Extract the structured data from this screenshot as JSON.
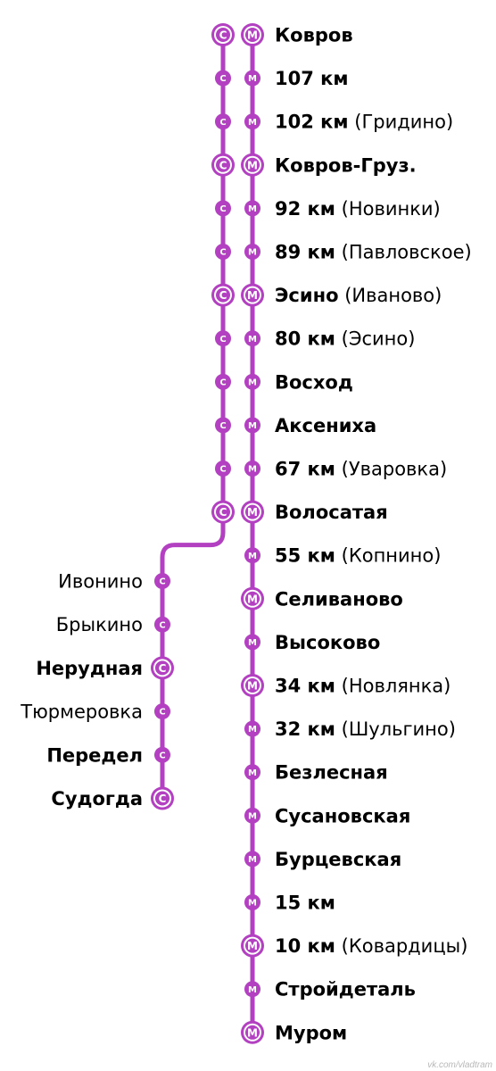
{
  "line_color": "#b240c0",
  "background": "#ffffff",
  "text_color": "#000000",
  "marker_letters": {
    "c_line": "С",
    "m_line": "М"
  },
  "right_stations": [
    {
      "name": "Ковров",
      "note": "",
      "c": true,
      "m": true,
      "major": true
    },
    {
      "name": "107 км",
      "note": "",
      "c": true,
      "m": true,
      "major": false
    },
    {
      "name": "102 км",
      "note": "(Гридино)",
      "c": true,
      "m": true,
      "major": false
    },
    {
      "name": "Ковров-Груз.",
      "note": "",
      "c": true,
      "m": true,
      "major": true
    },
    {
      "name": "92 км",
      "note": "(Новинки)",
      "c": true,
      "m": true,
      "major": false
    },
    {
      "name": "89 км",
      "note": "(Павловское)",
      "c": true,
      "m": true,
      "major": false
    },
    {
      "name": "Эсино",
      "note": "(Иваново)",
      "c": true,
      "m": true,
      "major": true
    },
    {
      "name": "80 км",
      "note": "(Эсино)",
      "c": true,
      "m": true,
      "major": false
    },
    {
      "name": "Восход",
      "note": "",
      "c": true,
      "m": true,
      "major": false
    },
    {
      "name": "Аксениха",
      "note": "",
      "c": true,
      "m": true,
      "major": false
    },
    {
      "name": "67 км",
      "note": "(Уваровка)",
      "c": true,
      "m": true,
      "major": false
    },
    {
      "name": "Волосатая",
      "note": "",
      "c": true,
      "m": true,
      "major": true
    },
    {
      "name": "55 км",
      "note": "(Копнино)",
      "c": false,
      "m": true,
      "major": false
    },
    {
      "name": "Селиваново",
      "note": "",
      "c": false,
      "m": true,
      "major": true
    },
    {
      "name": "Высоково",
      "note": "",
      "c": false,
      "m": true,
      "major": false
    },
    {
      "name": "34 км",
      "note": "(Новлянка)",
      "c": false,
      "m": true,
      "major": true
    },
    {
      "name": "32 км",
      "note": "(Шульгино)",
      "c": false,
      "m": true,
      "major": false
    },
    {
      "name": "Безлесная",
      "note": "",
      "c": false,
      "m": true,
      "major": false
    },
    {
      "name": "Сусановская",
      "note": "",
      "c": false,
      "m": true,
      "major": false
    },
    {
      "name": "Бурцевская",
      "note": "",
      "c": false,
      "m": true,
      "major": false
    },
    {
      "name": "15 км",
      "note": "",
      "c": false,
      "m": true,
      "major": false
    },
    {
      "name": "10 км",
      "note": "(Ковардицы)",
      "c": false,
      "m": true,
      "major": true
    },
    {
      "name": "Стройдеталь",
      "note": "",
      "c": false,
      "m": true,
      "major": false
    },
    {
      "name": "Муром",
      "note": "",
      "c": false,
      "m": true,
      "major": true
    }
  ],
  "branch_stations": [
    {
      "name": "Ивонино",
      "bold": false,
      "major": false
    },
    {
      "name": "Брыкино",
      "bold": false,
      "major": false
    },
    {
      "name": "Нерудная",
      "bold": true,
      "major": true
    },
    {
      "name": "Тюрмеровка",
      "bold": false,
      "major": false
    },
    {
      "name": "Передел",
      "bold": true,
      "major": false
    },
    {
      "name": "Судогда",
      "bold": true,
      "major": true
    }
  ],
  "credit": "vk.com/vladtram"
}
